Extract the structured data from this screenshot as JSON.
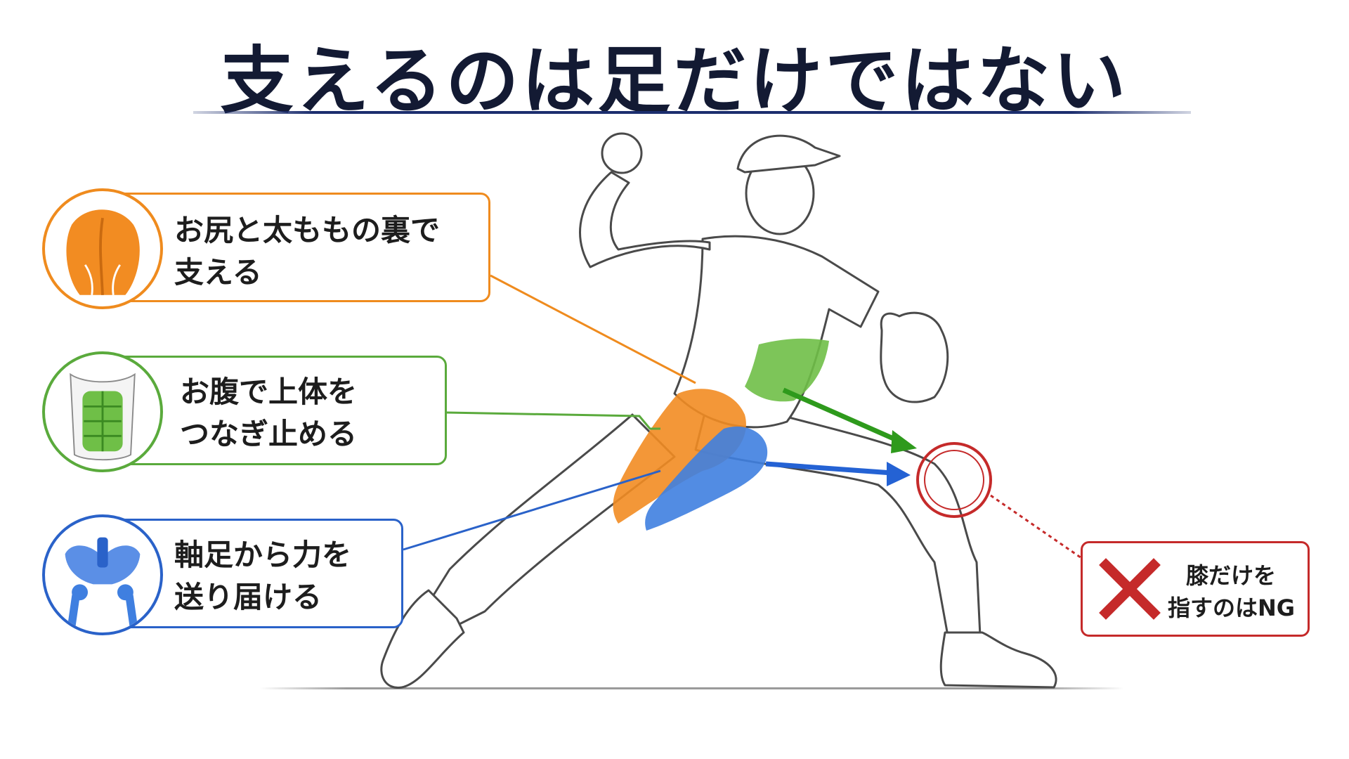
{
  "title": "支えるのは足だけではない",
  "colors": {
    "title_rule": "#1c2e6e",
    "glutes": "#ef8b1e",
    "core": "#5aaa3c",
    "pivot": "#2a62c9",
    "ng": "#c52a2a"
  },
  "callouts": {
    "glutes": {
      "icon": "glutes-hamstrings-icon",
      "lines": [
        "お尻と太ももの裏で",
        "支える"
      ]
    },
    "core": {
      "icon": "abdominal-muscles-icon",
      "lines": [
        "お腹で上体を",
        "つなぎ止める"
      ]
    },
    "pivot": {
      "icon": "pelvis-icon",
      "lines": [
        "軸足から力を",
        "送り届ける"
      ]
    },
    "ng": {
      "icon": "cross-mark-icon",
      "lines": [
        "膝だけを",
        "指すのはNG"
      ]
    }
  }
}
